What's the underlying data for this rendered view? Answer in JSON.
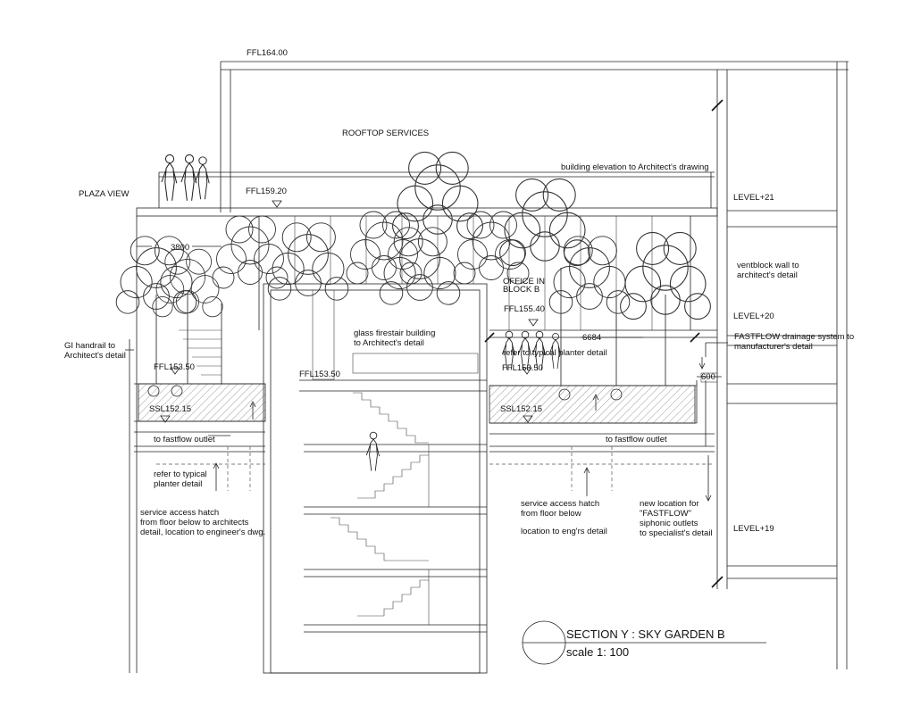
{
  "labels": {
    "ffl_164": "FFL164.00",
    "rooftop_services": "ROOFTOP SERVICES",
    "building_elevation": "building elevation to Architect's drawing",
    "plaza_view": "PLAZA VIEW",
    "ffl_159": "FFL159.20",
    "level_21": "LEVEL+21",
    "dim_3800": "3800",
    "ventblock_1": "ventblock wall to",
    "ventblock_2": "architect's detail",
    "office_1": "OFFICE IN",
    "office_2": "BLOCK B",
    "ffl_155": "FFL155.40",
    "level_20": "LEVEL+20",
    "fastflow_1": "FASTFLOW drainage system to",
    "fastflow_2": "manufacturer's detail",
    "gi_1": "GI handrail to",
    "gi_2": "Architect's detail",
    "glass_1": "glass firestair building",
    "glass_2": "to Architect's detail",
    "dim_6684": "6684",
    "refer_planter_right": "refer to typical planter detail",
    "ffl_153_left": "FFL153.50",
    "ffl_153_mid": "FFL153.50",
    "ffl_153_right": "FFL153.50",
    "dim_600": "600",
    "ssl_left": "SSL152.15",
    "ssl_right": "SSL152.15",
    "fastflow_outlet_left": "to fastflow outlet",
    "fastflow_outlet_right": "to fastflow outlet",
    "refer_planter_left_1": "refer to typical",
    "refer_planter_left_2": "planter detail",
    "hatch_left_1": "service access hatch",
    "hatch_left_2": "from floor below to architects",
    "hatch_left_3": "detail, location to engineer's dwg.",
    "hatch_right_1": "service access hatch",
    "hatch_right_2": "from floor below",
    "hatch_right_3": "location to eng'rs detail",
    "new_loc_1": "new location for",
    "new_loc_2": "\"FASTFLOW\"",
    "new_loc_3": "siphonic outlets",
    "new_loc_4": "to specialist's detail",
    "level_19": "LEVEL+19"
  },
  "title_block": {
    "title": "SECTION Y : SKY GARDEN B",
    "scale": "scale 1: 100"
  }
}
